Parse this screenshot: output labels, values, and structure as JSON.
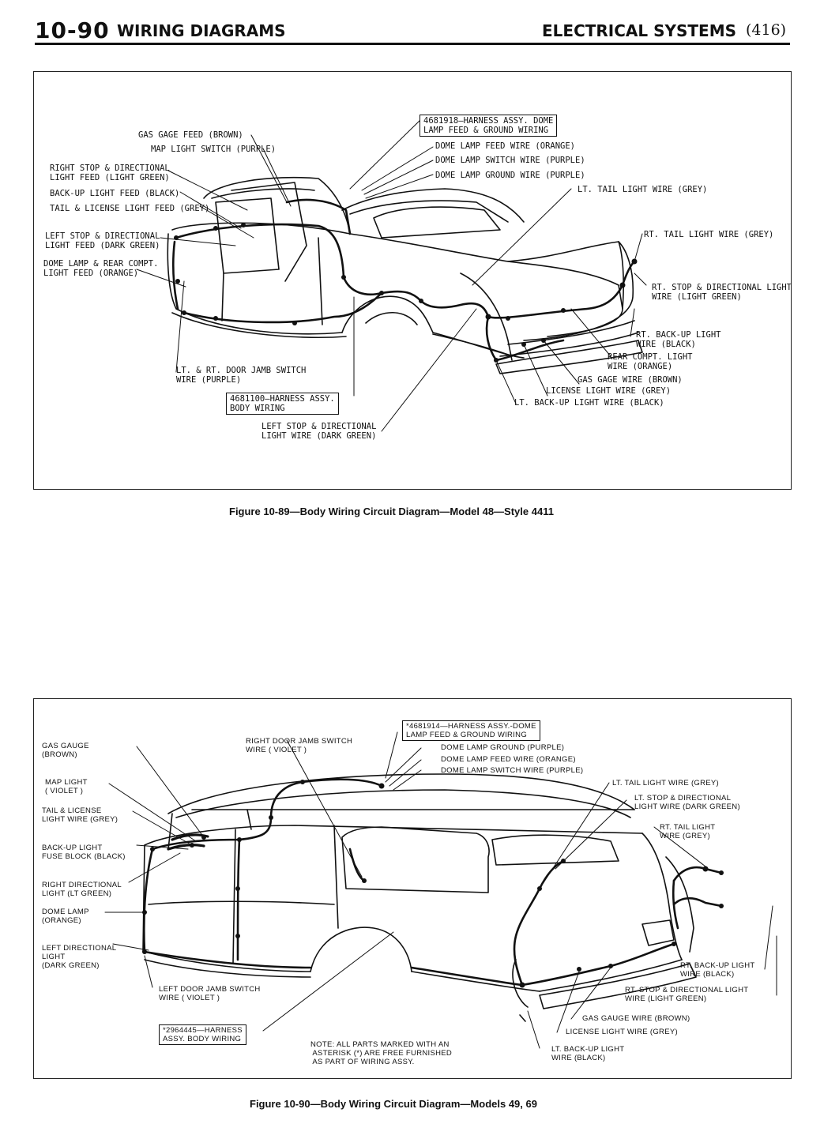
{
  "header": {
    "page_code": "10-90",
    "section_title": "WIRING DIAGRAMS",
    "system_title": "ELECTRICAL SYSTEMS",
    "page_number": "(416)"
  },
  "figure1": {
    "caption": "Figure 10-89—Body Wiring Circuit Diagram—Model 48—Style 4411",
    "labels": {
      "harness_dome": "4681918—HARNESS ASSY. DOME\nLAMP FEED & GROUND WIRING",
      "dome_feed": "DOME LAMP FEED WIRE (ORANGE)",
      "dome_switch": "DOME LAMP SWITCH WIRE (PURPLE)",
      "dome_ground": "DOME LAMP GROUND WIRE (PURPLE)",
      "lt_tail": "LT. TAIL LIGHT WIRE (GREY)",
      "rt_tail": "RT. TAIL LIGHT WIRE (GREY)",
      "rt_stop": "RT. STOP & DIRECTIONAL LIGHT\nWIRE (LIGHT GREEN)",
      "rt_backup": "RT. BACK-UP LIGHT\nWIRE (BLACK)",
      "rear_compt": "REAR COMPT. LIGHT\nWIRE (ORANGE)",
      "gas_gage_wire": "GAS GAGE WIRE (BROWN)",
      "license_wire": "LICENSE LIGHT WIRE (GREY)",
      "lt_backup": "LT. BACK-UP LIGHT WIRE (BLACK)",
      "left_stop_wire": "LEFT STOP & DIRECTIONAL\nLIGHT WIRE (DARK GREEN)",
      "harness_body": "4681100—HARNESS ASSY.\nBODY WIRING",
      "door_jamb": "LT. & RT. DOOR JAMB SWITCH\nWIRE (PURPLE)",
      "gas_gage_feed": "GAS GAGE FEED (BROWN)",
      "map_light": "MAP LIGHT SWITCH (PURPLE)",
      "right_stop_feed": "RIGHT STOP & DIRECTIONAL\nLIGHT FEED (LIGHT GREEN)",
      "backup_feed": "BACK-UP LIGHT FEED (BLACK)",
      "tail_license_feed": "TAIL & LICENSE LIGHT FEED (GREY)",
      "left_stop_feed": "LEFT STOP & DIRECTIONAL\nLIGHT FEED (DARK GREEN)",
      "dome_rear_feed": "DOME LAMP & REAR COMPT.\nLIGHT FEED (ORANGE)"
    }
  },
  "figure2": {
    "caption": "Figure 10-90—Body Wiring Circuit Diagram—Models 49, 69",
    "labels": {
      "harness_dome": "*4681914—HARNESS ASSY.-DOME\nLAMP FEED & GROUND WIRING",
      "dome_ground": "DOME LAMP GROUND (PURPLE)",
      "dome_feed": "DOME LAMP FEED WIRE (ORANGE)",
      "dome_switch": "DOME LAMP SWITCH WIRE (PURPLE)",
      "right_door_jamb": "RIGHT DOOR JAMB SWITCH\nWIRE ( VIOLET )",
      "gas_gauge": "GAS GAUGE\n(BROWN)",
      "map_light": "MAP LIGHT\n( VIOLET )",
      "tail_license": "TAIL & LICENSE\nLIGHT WIRE (GREY)",
      "backup_fuse": "BACK-UP LIGHT\nFUSE BLOCK (BLACK)",
      "right_directional": "RIGHT DIRECTIONAL\nLIGHT (LT GREEN)",
      "dome_lamp": "DOME LAMP\n(ORANGE)",
      "left_directional": "LEFT DIRECTIONAL\nLIGHT\n(DARK GREEN)",
      "left_door_jamb": "LEFT DOOR JAMB SWITCH\nWIRE ( VIOLET )",
      "harness_body": "*2964445—HARNESS\nASSY. BODY WIRING",
      "note": "NOTE: ALL PARTS MARKED WITH AN\n ASTERISK (*) ARE FREE FURNISHED\n AS PART OF WIRING ASSY.",
      "lt_tail": "LT. TAIL LIGHT WIRE (GREY)",
      "lt_stop": "LT. STOP & DIRECTIONAL\nLIGHT WIRE (DARK GREEN)",
      "rt_tail": "RT. TAIL LIGHT\nWIRE (GREY)",
      "rt_backup": "RT. BACK-UP LIGHT\nWIRE (BLACK)",
      "rt_stop": "RT. STOP & DIRECTIONAL LIGHT\nWIRE (LIGHT GREEN)",
      "gas_gauge_wire": "GAS GAUGE WIRE (BROWN)",
      "license_wire": "LICENSE LIGHT WIRE (GREY)",
      "lt_backup": "LT. BACK-UP LIGHT\nWIRE (BLACK)"
    }
  }
}
